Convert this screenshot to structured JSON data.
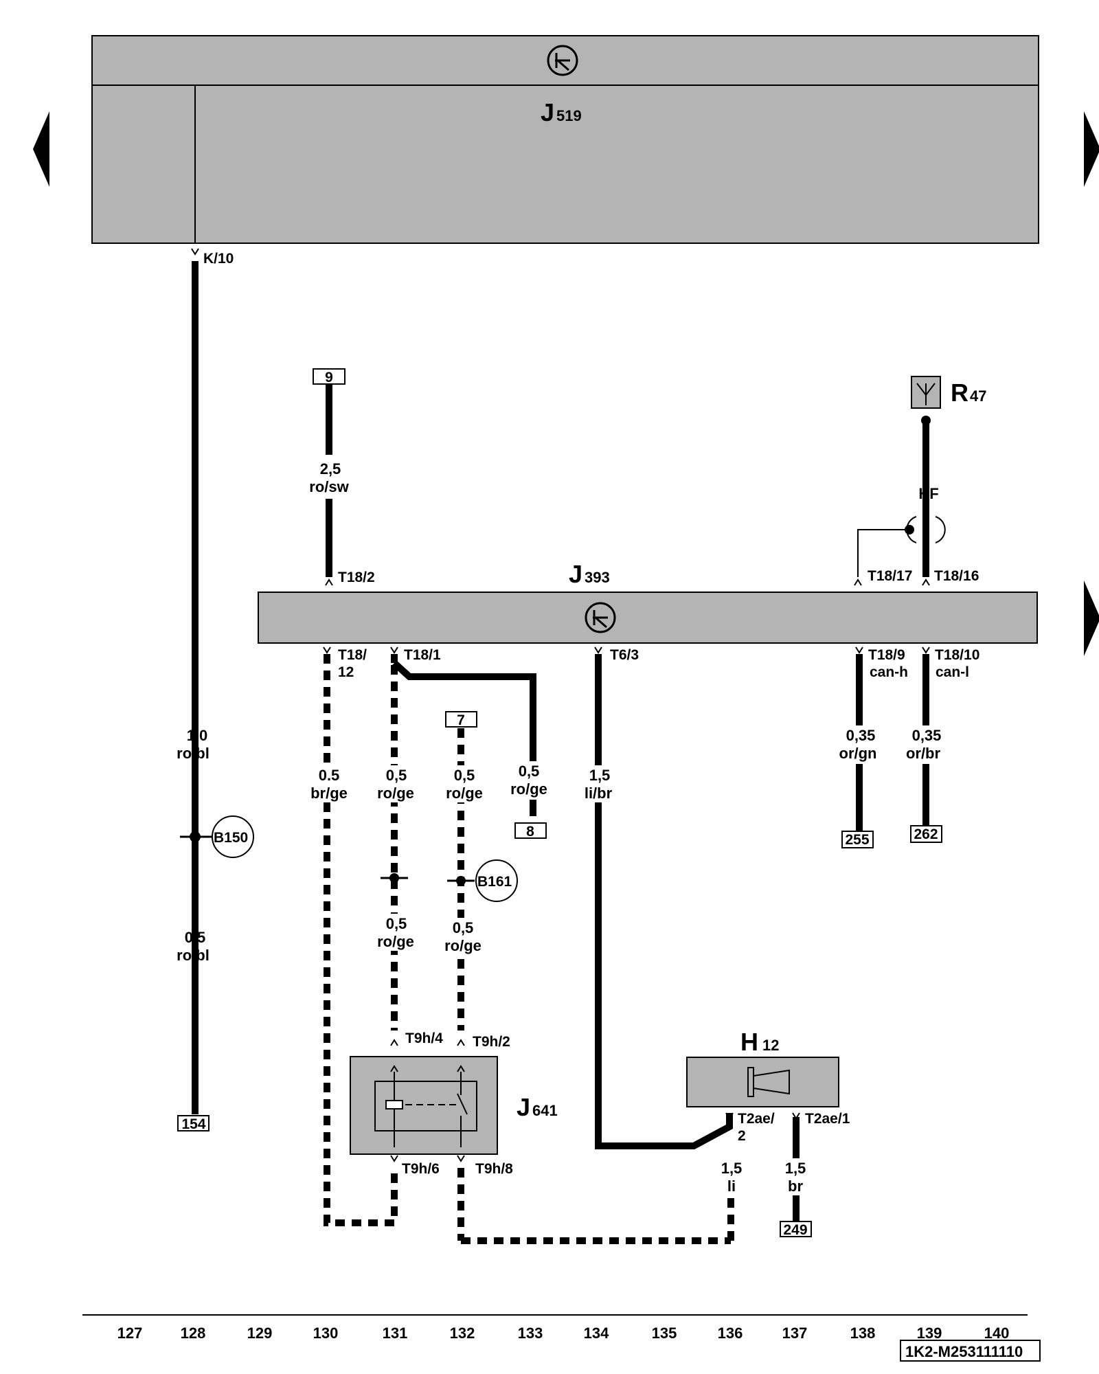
{
  "components": {
    "j519": {
      "letter": "J",
      "number": "519"
    },
    "j393": {
      "letter": "J",
      "number": "393"
    },
    "r47": {
      "letter": "R",
      "number": "47"
    },
    "h12": {
      "letter": "H",
      "number": "12"
    },
    "j641": {
      "letter": "J",
      "number": "641"
    }
  },
  "pins": {
    "k10": "K/10",
    "t18_2": "T18/2",
    "t18_17": "T18/17",
    "t18_16": "T18/16",
    "t18_12_a": "T18/",
    "t18_12_b": "12",
    "t18_1": "T18/1",
    "t6_3": "T6/3",
    "t18_9": "T18/9",
    "t18_9_sub": "can-h",
    "t18_10": "T18/10",
    "t18_10_sub": "can-l",
    "t9h_4": "T9h/4",
    "t9h_2": "T9h/2",
    "t9h_6": "T9h/6",
    "t9h_8": "T9h/8",
    "t2ae_2_a": "T2ae/",
    "t2ae_2_b": "2",
    "t2ae_1": "T2ae/1",
    "hf": "HF"
  },
  "wires": {
    "w9": {
      "size": "2,5",
      "color": "ro/sw"
    },
    "w128a": {
      "size": "1,0",
      "color": "ro/bl"
    },
    "w128b": {
      "size": "0,5",
      "color": "ro/bl"
    },
    "w130": {
      "size": "0.5",
      "color": "br/ge"
    },
    "w131a": {
      "size": "0,5",
      "color": "ro/ge"
    },
    "w131b": {
      "size": "0,5",
      "color": "ro/ge"
    },
    "w132a": {
      "size": "0,5",
      "color": "ro/ge"
    },
    "w132b": {
      "size": "0,5",
      "color": "ro/ge"
    },
    "w133": {
      "size": "0,5",
      "color": "ro/ge"
    },
    "w134": {
      "size": "1,5",
      "color": "li/br"
    },
    "w136": {
      "size": "1,5",
      "color": "li"
    },
    "w137": {
      "size": "1,5",
      "color": "br"
    },
    "w138": {
      "size": "0,35",
      "color": "or/gn"
    },
    "w139": {
      "size": "0,35",
      "color": "or/br"
    }
  },
  "refs": {
    "r9": "9",
    "r7": "7",
    "r8": "8",
    "r154": "154",
    "r255": "255",
    "r262": "262",
    "r249": "249"
  },
  "connectors": {
    "b150": "B150",
    "b161": "B161"
  },
  "ruler": [
    "127",
    "128",
    "129",
    "130",
    "131",
    "132",
    "133",
    "134",
    "135",
    "136",
    "137",
    "138",
    "139",
    "140"
  ],
  "doc_id": "1K2-M253111110"
}
